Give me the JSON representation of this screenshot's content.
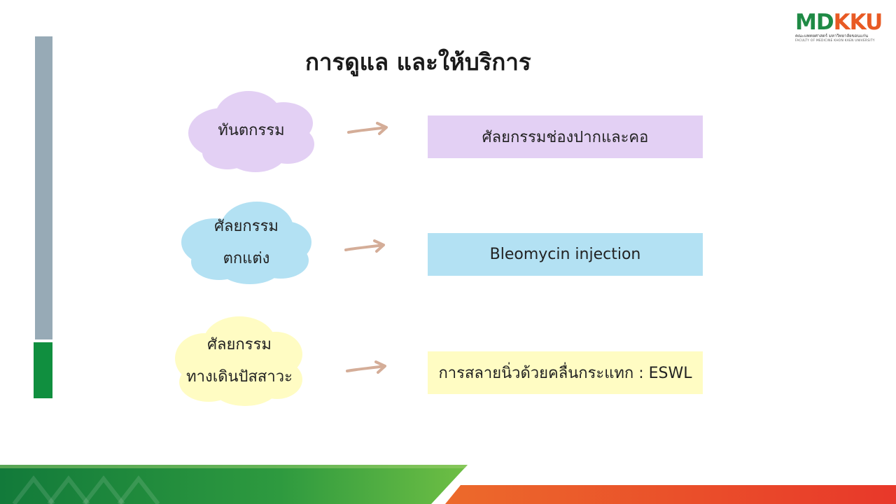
{
  "title": "การดูแล และให้บริการ",
  "logo": {
    "md": "MD",
    "kku": "KKU",
    "sub_thai": "คณะแพทยศาสตร์ มหาวิทยาลัยขอนแก่น",
    "sub_eng": "FACULTY OF MEDICINE KHON KAEN UNIVERSITY"
  },
  "rows": [
    {
      "cloud_lines": [
        "ทันตกรรม"
      ],
      "box": "ศัลยกรรมช่องปากและคอ",
      "cloud_color": "#e3d0f4",
      "box_color": "#e3d0f4"
    },
    {
      "cloud_lines": [
        "ศัลยกรรม",
        "ตกแต่ง"
      ],
      "box": "Bleomycin  injection",
      "cloud_color": "#b3e1f3",
      "box_color": "#b3e1f3"
    },
    {
      "cloud_lines": [
        "ศัลยกรรม",
        "ทางเดินปัสสาวะ"
      ],
      "box": "การสลายนิ่วด้วยคลื่นกระแทก : ESWL",
      "cloud_color": "#fffcc3",
      "box_color": "#fffcc3"
    }
  ],
  "colors": {
    "accent_green": "#108f3f",
    "sidebar_gray": "#97aab6",
    "arrow": "#d4ad98",
    "footer_orange": "#e85a24"
  }
}
